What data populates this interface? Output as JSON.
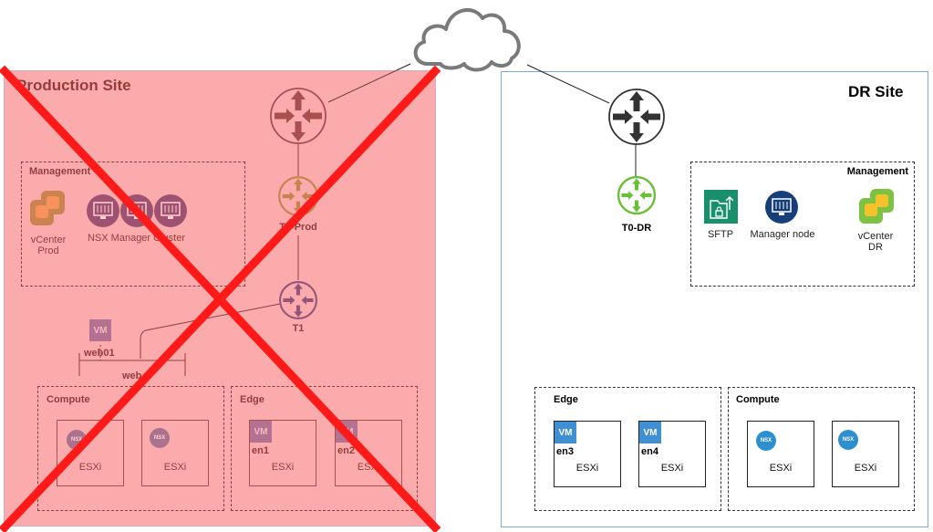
{
  "diagram": {
    "cloud": {
      "icon": "cloud-icon",
      "label": ""
    },
    "production_site": {
      "title": "Production Site",
      "status": "failed (crossed out)",
      "colors": {
        "background": "#f9c7c7",
        "cross": "#ff1a1a",
        "text": "#5a1c1c"
      },
      "routers": [
        {
          "name": "",
          "icon": "router-icon",
          "role": "upstream"
        },
        {
          "name": "T0-Prod",
          "icon": "router-icon"
        },
        {
          "name": "T1",
          "icon": "router-icon"
        }
      ],
      "management": {
        "label": "Management",
        "items": [
          {
            "label_line1": "vCenter",
            "label_line2": "Prod",
            "icon": "vcenter-icon"
          },
          {
            "label": "NSX Manager Cluster",
            "icon": "nsx-manager-icon",
            "count": 3
          }
        ]
      },
      "segment": {
        "vm_label": "VM",
        "vm_name": "web01",
        "segment_name": "web"
      },
      "compute": {
        "label": "Compute",
        "hosts": [
          {
            "label": "ESXi",
            "badge": "NSX"
          },
          {
            "label": "ESXi",
            "badge": "NSX"
          }
        ]
      },
      "edge": {
        "label": "Edge",
        "hosts": [
          {
            "label": "ESXi",
            "vm": "VM",
            "node": "en1"
          },
          {
            "label": "ESXi",
            "vm": "VM",
            "node": "en2"
          }
        ]
      }
    },
    "dr_site": {
      "title": "DR Site",
      "colors": {
        "border": "#7ea6e0",
        "t0": "#6abf3a",
        "vm": "#3f8fd2",
        "nsx": "#2e8fd0",
        "manager": "#163f7a",
        "sftp": "#1a8f6b"
      },
      "routers": [
        {
          "name": "",
          "icon": "router-icon",
          "role": "upstream"
        },
        {
          "name": "T0-DR",
          "icon": "router-icon"
        }
      ],
      "management": {
        "label": "Management",
        "items": [
          {
            "label": "SFTP",
            "icon": "sftp-icon"
          },
          {
            "label": "Manager node",
            "icon": "nsx-manager-icon"
          },
          {
            "label_line1": "vCenter",
            "label_line2": "DR",
            "icon": "vcenter-icon"
          }
        ]
      },
      "edge": {
        "label": "Edge",
        "hosts": [
          {
            "label": "ESXi",
            "vm": "VM",
            "node": "en3"
          },
          {
            "label": "ESXi",
            "vm": "VM",
            "node": "en4"
          }
        ]
      },
      "compute": {
        "label": "Compute",
        "hosts": [
          {
            "label": "ESXi",
            "badge": "NSX"
          },
          {
            "label": "ESXi",
            "badge": "NSX"
          }
        ]
      }
    }
  }
}
